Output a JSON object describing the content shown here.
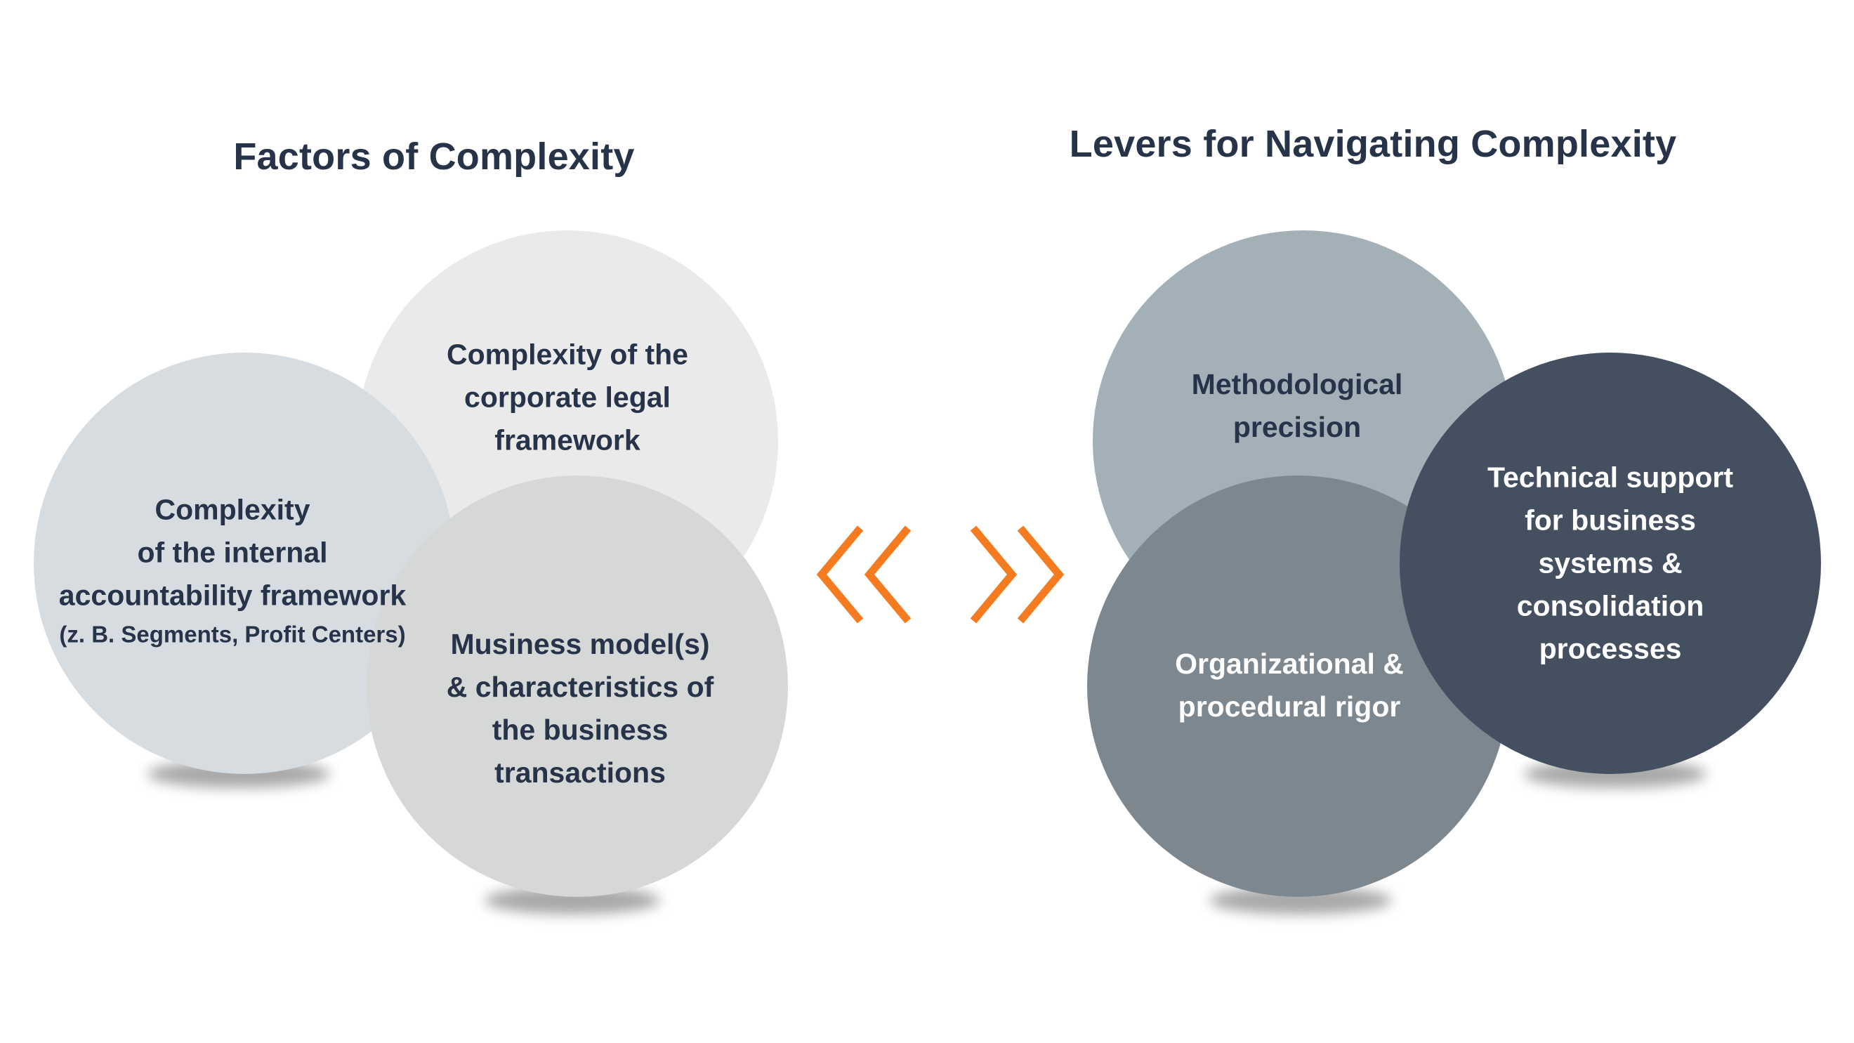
{
  "left_section": {
    "title": "Factors of Complexity",
    "circles": {
      "legal": {
        "lines": [
          "Complexity of the",
          "corporate legal",
          "framework"
        ]
      },
      "internal": {
        "lines": [
          "Complexity",
          "of the internal",
          "accountability framework"
        ],
        "subline": "(z. B. Segments, Profit Centers)"
      },
      "business": {
        "lines": [
          "Musiness model(s)",
          "& characteristics of",
          "the business",
          "transactions"
        ]
      }
    }
  },
  "right_section": {
    "title": "Levers for Navigating Complexity",
    "circles": {
      "methodological": {
        "lines": [
          "Methodological",
          "precision"
        ]
      },
      "organizational": {
        "lines": [
          "Organizational &",
          "procedural rigor"
        ]
      },
      "technical": {
        "lines": [
          "Technical support",
          "for business",
          "systems &",
          "consolidation",
          "processes"
        ]
      }
    }
  },
  "colors": {
    "title_text": "#273349",
    "arrow": "#F47B1F",
    "circle_legal": "#EAEAEA",
    "circle_internal": "#D6DCE0",
    "circle_business": "#D6D8D8",
    "circle_methodological": "#A3B0B8",
    "circle_organizational": "#7D878F",
    "circle_technical": "#444F60"
  }
}
